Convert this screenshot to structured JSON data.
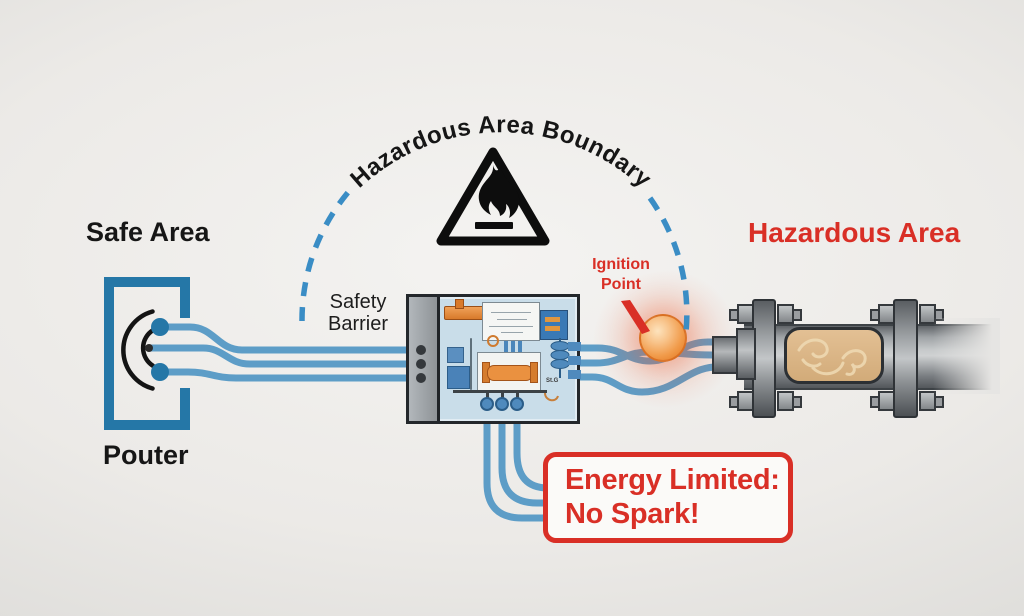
{
  "labels": {
    "safe_area": "Safe Area",
    "power_source": "Pouter",
    "boundary_arc": "Hazardous Area Boundary",
    "safety_barrier": "Safety\nBarrier",
    "ignition_point": "Ignition\nPoint",
    "hazardous_area": "Hazardous Area",
    "barrier_micro": "St.G"
  },
  "callout": {
    "line1": "Energy Limited:",
    "line2": "No Spark!"
  },
  "icons": {
    "warning": "flame-warning-triangle-icon",
    "power": "power-socket-icon",
    "ignition": "ignition-sphere-icon"
  },
  "colors": {
    "accent_red": "#d92f26",
    "wire_blue": "#5d9dc7",
    "dash_blue": "#3a8dc5",
    "power_blue": "#2577a7",
    "glow_orange": "#ef8f3c",
    "text_black": "#161616",
    "board_blue": "#c9dde9"
  }
}
